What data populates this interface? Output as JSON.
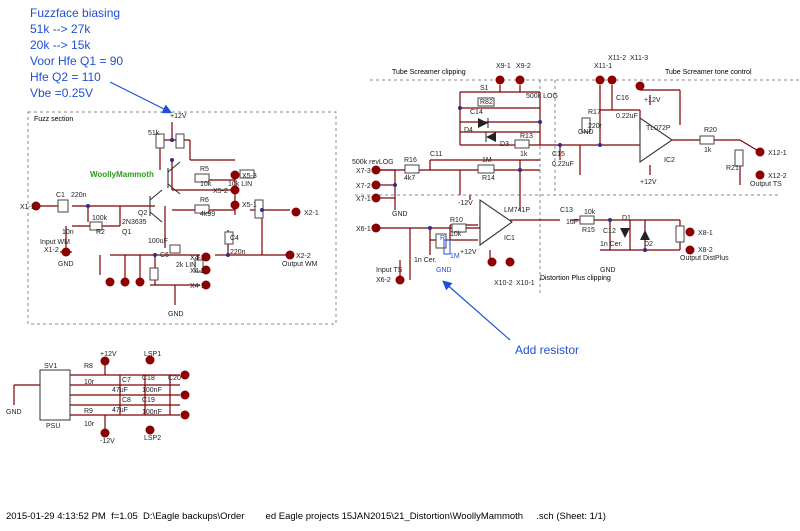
{
  "notes": {
    "biasing": [
      "Fuzzface biasing",
      "51k --> 27k",
      "20k --> 15k",
      "Voor Hfe Q1 = 90",
      "Hfe Q2 = 110",
      "Vbe =0.25V"
    ],
    "add_resistor": "Add resistor"
  },
  "sections": {
    "fuzz": "Fuzz section",
    "woolly": "WoollyMammoth",
    "ts_clip": "Tube Screamer clipping",
    "ts_tone": "Tube Screamer tone control",
    "dist_clip": "Distortion Plus clipping"
  },
  "labels": {
    "v12": "+12V",
    "vm12": "-12V",
    "gnd": "GND",
    "r51": "51k",
    "r6": "R6",
    "r6v": "4k99",
    "r5": "R5",
    "r5v": "10k",
    "q2": "Q2",
    "q1": "Q1",
    "q2type": "2N3635",
    "q1v": "Q1",
    "c1": "C1",
    "c1v": "220n",
    "c2v": "10n",
    "r2": "R2",
    "r100k": "100k",
    "c6": "C6",
    "c6v": "100uF",
    "c4": "C4",
    "c4v": "220n",
    "x11": "X1-1",
    "x12": "X1-2",
    "input_wm": "Input WM",
    "x21": "X2-1",
    "x22": "X2-2",
    "output_wm": "Output WM",
    "x51": "X5-1",
    "x52": "X5-2",
    "x53": "X5-3",
    "lin10k": "10k LIN",
    "x41": "X4-1",
    "x42": "X4-2",
    "x43": "X4-3",
    "lin2k": "2k LIN",
    "x31": "X3-1",
    "x32": "X3-2",
    "x33": "X3-3",
    "x91": "X9-1",
    "x92": "X9-2",
    "s1": "S1",
    "r82": "R82",
    "c14": "C14",
    "d4": "D4",
    "d3": "D3",
    "r13": "R13",
    "r1k": "1k",
    "log500k": "500k LOG",
    "c15": "C15",
    "c22": "0.22uF",
    "c8": "C8",
    "x111": "X11-1",
    "x112": "X11-2",
    "x113": "X11-3",
    "r17": "R17",
    "r220r": "220r",
    "c16": "C16",
    "c022": "0.22uF",
    "tl072": "TL072P",
    "r20": "R20",
    "ic2": "IC2",
    "r21": "R21",
    "x121": "X12-1",
    "x122": "X12-2",
    "output_ts": "Output TS",
    "r16": "R16",
    "r4k7": "4k7",
    "loglog": "500k revLOG",
    "c11": "C11",
    "r1m": "1M",
    "r14": "R14",
    "x73": "X7-3",
    "x72": "X7-2",
    "x71": "X7-1",
    "lm741": "LM741P",
    "r10": "R10",
    "r10k": "10k",
    "ic1": "IC1",
    "x61": "X6-1",
    "x62": "X6-2",
    "input_ts": "Input TS",
    "c13": "C13",
    "c1u": "1uF",
    "r15": "R15",
    "c12": "C12",
    "d1": "D1",
    "d2": "D2",
    "x81": "X8-1",
    "x82": "X8-2",
    "output_dp": "Output DistPlus",
    "x101": "X10-1",
    "x102": "X10-2",
    "r_add": "R",
    "m1": "1M",
    "gnd_blue": "GND",
    "sv1": "SV1",
    "psu": "PSU",
    "r8": "R8",
    "r9": "R9",
    "r10r": "10r",
    "c7": "C7",
    "c47": "47uF",
    "c18": "C18",
    "c20": "C20",
    "c19": "C19",
    "c100n": "100nF",
    "lsp1": "LSP1",
    "lsp2": "LSP2",
    "x11n": "1n Cer.",
    "c1n": "1n Cer."
  },
  "status": "2015-01-29 4:13:52 PM  f=1.05  D:\\Eagle backups\\Order        ed Eagle projects 15JAN2015\\21_Distortion\\WoollyMammoth     .sch (Sheet: 1/1)"
}
